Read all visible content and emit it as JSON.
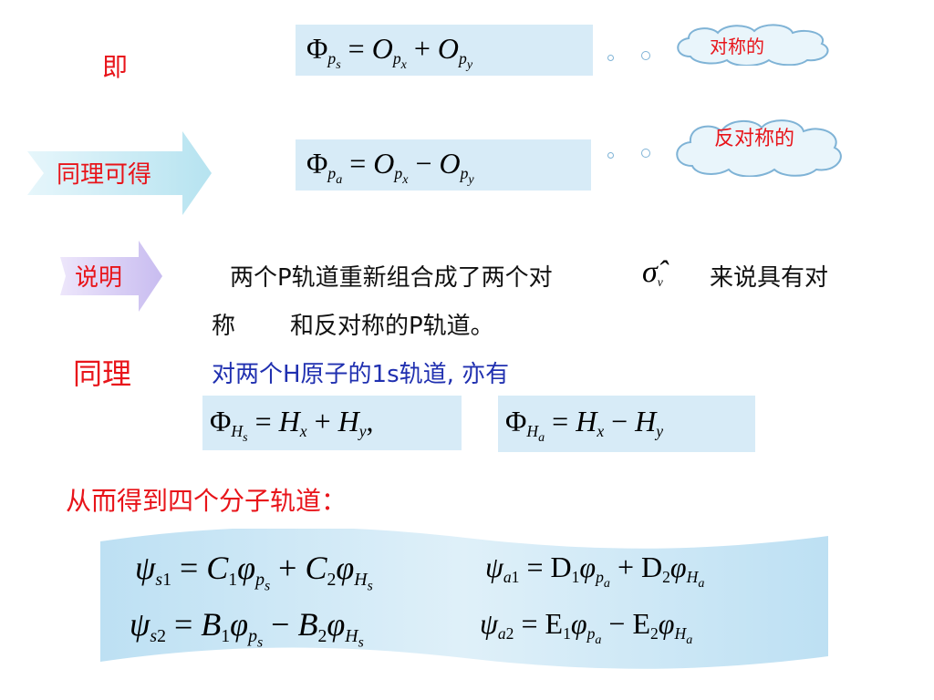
{
  "labels": {
    "ji": "即",
    "tongli_kede": "同理可得",
    "shuoming": "说明",
    "tongli": "同理",
    "result": "从而得到四个分子轨道："
  },
  "clouds": {
    "symmetric": "对称的",
    "antisymmetric": "反对称的"
  },
  "explanation": {
    "line1_a": "两个P轨道重新组合成了两个对",
    "line1_b": "来说具有对",
    "line2_a": "称",
    "line2_b": "和反对称的P轨道。",
    "line3": "对两个H原子的1s轨道, 亦有"
  },
  "equations": {
    "eq_ps": "Φ_{p_s} = O_{p_x} + O_{p_y}",
    "eq_pa": "Φ_{p_a} = O_{p_x} − O_{p_y}",
    "eq_hs": "Φ_{H_s} = H_x + H_y,",
    "eq_ha": "Φ_{H_a} = H_x − H_y",
    "psi_s1": "ψ_s1 = C1 φ_ps + C2 φ_Hs",
    "psi_a1": "ψ_a1 = D1 φ_pa + D2 φ_Ha",
    "psi_s2": "ψ_s2 = B1 φ_ps − B2 φ_Hs",
    "psi_a2": "ψ_a2 = E1 φ_pa − E2 φ_Ha"
  },
  "colors": {
    "red": "#e8141a",
    "blue": "#2030b0",
    "box": "#d7ebf7",
    "cloud_border": "#7fb3d6"
  }
}
